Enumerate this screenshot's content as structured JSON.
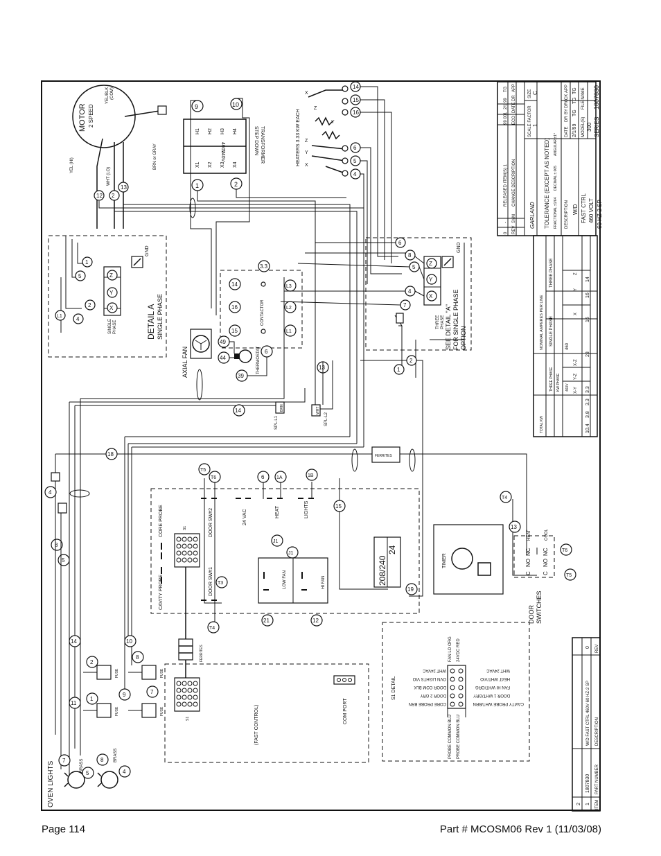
{
  "footer": {
    "page": "Page 114",
    "part": "Part # MCOSM06 Rev 1 (11/03/08)"
  },
  "motor": {
    "title": "MOTOR",
    "subtitle": "2 SPEED",
    "yel_hi": "YEL (HI)",
    "wht_lo": "WHT (LO)",
    "yel_blk": "YEL/BLK",
    "com": "(COM)",
    "brn_gray": "BRN or GRAY"
  },
  "transformer": {
    "terminals_h": [
      "H1",
      "H2",
      "H3",
      "H4"
    ],
    "terminals_x": [
      "X1",
      "X2",
      "X3",
      "X4"
    ],
    "v460": "460V",
    "v240": "240V",
    "label1": "STEP DOWN",
    "label2": "TRANSFORMER",
    "wire_9": "9",
    "wire_10": "10",
    "wire_1": "1",
    "wire_2": "2"
  },
  "heaters": {
    "label": "HEATERS 3.33 KW EACH",
    "wires": [
      "14",
      "15",
      "16",
      "6",
      "5",
      "4"
    ],
    "letters": [
      "X",
      "Z",
      "Y",
      "Z",
      "Y",
      "X"
    ]
  },
  "detail_a": {
    "title": "DETAIL A",
    "subtitle": "SINGLE PHASE",
    "single": "SINGLE",
    "phase": "PHASE",
    "gnd": "GND",
    "terminals": [
      "X",
      "Y",
      "Z"
    ],
    "wires": [
      "L1",
      "4",
      "5",
      "2",
      "1"
    ]
  },
  "three_phase": {
    "three": "THREE",
    "phase": "PHASE",
    "gnd": "GND",
    "terminals": [
      "X",
      "Y",
      "Z"
    ],
    "wires": [
      "6",
      "8",
      "5",
      "4",
      "7"
    ],
    "note1": "SEE DETAIL \"A\"",
    "note2": "FOR SINGLE PHASE",
    "note3": "OPTION"
  },
  "contactor": {
    "label": "CONTACTOR",
    "terminals": [
      "L1",
      "L2",
      "L3"
    ],
    "wires": [
      "14",
      "16",
      "15",
      "3.3",
      "6"
    ]
  },
  "fan": {
    "label": "AXIAL FAN",
    "wires": [
      "49",
      "44"
    ],
    "thermostat": "THERMOSTAT",
    "w39": "39"
  },
  "spl": {
    "l1": "SPL-L1",
    "l2": "SPL-L2",
    "wht": "WHT",
    "brn": "BRN",
    "w13": "13",
    "w14": "14",
    "w1": "1",
    "w2": "2"
  },
  "ferrites": "FERRITES",
  "controls": {
    "core_probe": "CORE PROBE",
    "cavity_probe": "CAVITY PROBE",
    "door_sw2": "DOOR SW#2",
    "door_sw1": "DOOR SW#1",
    "v24vac": "24 VAC",
    "heat": "HEAT",
    "lights": "LIGHTS",
    "s1": "S1",
    "wires": [
      "T5",
      "T6",
      "6",
      "1A",
      "1B",
      "15",
      "T3",
      "T4",
      "J1",
      "J1",
      "21",
      "12",
      "19"
    ],
    "low_fan": "LOW FAN",
    "hi_fan": "HI FAN",
    "v208": "208/240",
    "v24": "24",
    "timer": "TIMER"
  },
  "door_switches": {
    "label1": "DOOR",
    "label2": "SWITCHES",
    "c": "C",
    "no": "NO",
    "nc": "NC",
    "heat": "HEAT",
    "cool": "COOL",
    "wires": [
      "T4",
      "13",
      "T6",
      "T5"
    ]
  },
  "fast_control": {
    "label": "(FAST CONTROL)",
    "com_port": "COM PORT",
    "s1": "S1",
    "ferrites": "FERRITES"
  },
  "s1_detail": {
    "title": "S1 DETAIL",
    "left_labels": [
      "WHT 24VAC",
      "OVN LIGHTS VIO",
      "DOOR COM BLK",
      "DOOR 2 GRY",
      "CORE PROBE BRN"
    ],
    "right_labels": [
      "WHT 24VAC",
      "HEAT WHT/VIO",
      "FAN HI WHT/ORG",
      "DOOR 1 WHT/GRY",
      "CAVITY PROBE WHT/BRN"
    ],
    "fan_lo": "FAN LO ORG",
    "v24dc": "24VDC RED",
    "probe_common1": "PROBE COMMON BLU",
    "probe_common2": "PROBE COMMON BLU"
  },
  "fuses": {
    "fuse": "FUSE",
    "wires": [
      "2",
      "1",
      "8",
      "7",
      "14",
      "11",
      "10",
      "9",
      "18",
      "4",
      "8",
      "5"
    ]
  },
  "oven_lights": {
    "label": "OVEN LIGHTS",
    "brass": "BRASS",
    "wires": [
      "7",
      "5",
      "8",
      "4"
    ]
  },
  "title_block": {
    "rev_row": [
      "0",
      "-",
      "RELEASED ITEM(S) 1",
      "99 001",
      "2/1 99",
      "TG"
    ],
    "header": [
      "REV",
      "SYM",
      "CHANGE DESCRIPTION",
      "ECO",
      "DATE",
      "DR",
      "APP"
    ],
    "scale_factor": "SCALE FACTOR",
    "scale_val": "1",
    "size": "SIZE",
    "size_val": "C",
    "brand": "GARLAND",
    "tolerance": "TOLERANCE (EXCEPT AS NOTED)",
    "fractional": "FRACTIONAL ±1/64",
    "decimal": "DECIMAL ±.005",
    "angular": "ANGULAR ±1°",
    "description": "DESCRIPTION",
    "desc_lines": [
      "W/D",
      "FAST CTRL",
      "460 VOLT",
      "60 HZ-2 SP"
    ],
    "date": "DATE",
    "date_val": "2/1/99",
    "dr": "DR",
    "by": "BY",
    "drc": "DRC",
    "ck": "CK",
    "app": "APP",
    "initials": [
      "TG",
      "TG",
      "TG"
    ],
    "models": "MODEL(S)",
    "models_val": "300",
    "series": "SERIES",
    "file_name": "FILE NAME",
    "file_val": "1807830"
  },
  "amps_table": {
    "title": "NOMINAL AMPERES PER LINE",
    "single_phase": "SINGLE PHASE",
    "three_phase": "THREE PHASE",
    "total_kw": "TOTAL KW",
    "kw_phase": "KW PHASE",
    "three_phase_col": "THREE PHASE",
    "v460": "460V",
    "cols": [
      "X-Y",
      "Y-Z",
      "X-Z",
      "460",
      "X",
      "Y",
      "Z"
    ],
    "row": [
      "10.4",
      "3.8",
      "3.3",
      "3.3",
      "23",
      "16",
      "16",
      "14"
    ]
  },
  "parts_list": {
    "item": "ITEM",
    "part_number": "PART NUMBER",
    "description": "DESCRIPTION",
    "rev": "REV",
    "rows": [
      {
        "item": "1",
        "part": "1807830",
        "desc": "W/D FAST CTRL 460V 60 HZ-2 SP",
        "rev": "0"
      },
      {
        "item": "2",
        "part": "",
        "desc": "",
        "rev": ""
      }
    ]
  }
}
